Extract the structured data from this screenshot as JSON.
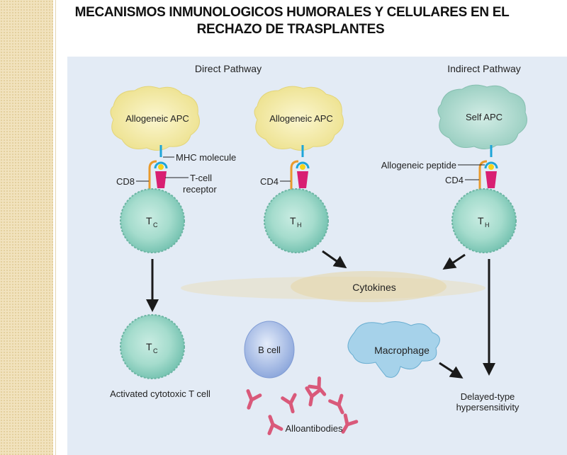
{
  "slide": {
    "title_line1": "MECANISMOS INMUNOLOGICOS HUMORALES Y CELULARES EN EL",
    "title_line2": "RECHAZO DE TRASPLANTES"
  },
  "diagram": {
    "direct_pathway": "Direct Pathway",
    "indirect_pathway": "Indirect Pathway",
    "apc_allo_1": "Allogeneic APC",
    "apc_allo_2": "Allogeneic APC",
    "apc_self": "Self APC",
    "mhc_molecule": "MHC molecule",
    "tcr_line1": "T-cell",
    "tcr_line2": "receptor",
    "cd8": "CD8",
    "cd4_a": "CD4",
    "cd4_b": "CD4",
    "allogeneic_peptide": "Allogeneic peptide",
    "t_letter": "T",
    "sub_c": "C",
    "sub_h": "H",
    "cytokines": "Cytokines",
    "activated_tc": "Activated cytotoxic T cell",
    "b_cell": "B cell",
    "macrophage": "Macrophage",
    "alloantibodies": "Alloantibodies",
    "dth_line1": "Delayed-type",
    "dth_line2": "hypersensitivity",
    "colors": {
      "background": "#e3ebf5",
      "allo_apc": "#f5eea6",
      "self_apc": "#b5ddd3",
      "t_cell": "#8fd0c0",
      "b_cell": "#a8bde8",
      "macrophage": "#9fcde6",
      "antibody": "#d9597a",
      "tcr": "#d81f72",
      "mhc": "#1ea5d8",
      "coreceptor": "#e99a2c",
      "peptide": "#f4d31a"
    }
  }
}
